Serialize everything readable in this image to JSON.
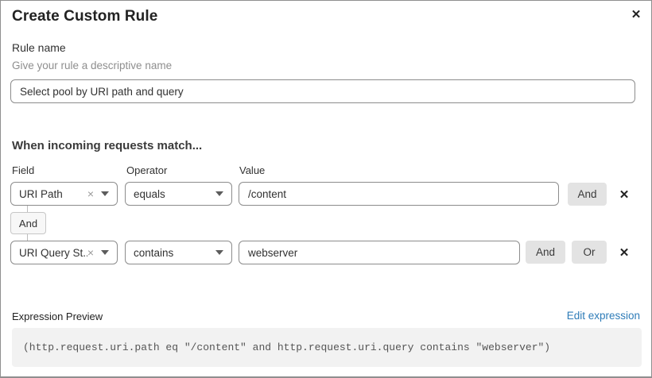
{
  "modal": {
    "title": "Create Custom Rule",
    "close_icon": "✕"
  },
  "rule_name": {
    "label": "Rule name",
    "helper": "Give your rule a descriptive name",
    "value": "Select pool by URI path and query"
  },
  "match": {
    "heading": "When incoming requests match...",
    "columns": {
      "field": "Field",
      "operator": "Operator",
      "value": "Value"
    },
    "connector": "And",
    "rows": [
      {
        "field": "URI Path",
        "operator": "equals",
        "value": "/content",
        "and_label": "And",
        "remove_icon": "✕"
      },
      {
        "field": "URI Query St...",
        "operator": "contains",
        "value": "webserver",
        "and_label": "And",
        "or_label": "Or",
        "remove_icon": "✕"
      }
    ],
    "clear_icon": "×"
  },
  "expression": {
    "label": "Expression Preview",
    "edit_link": "Edit expression",
    "code": "(http.request.uri.path eq \"/content\" and http.request.uri.query contains \"webserver\")"
  },
  "colors": {
    "link_blue": "#2e7cb8",
    "button_gray": "#e3e3e3",
    "border_gray": "#8c8c8c",
    "code_bg": "#f2f2f2"
  }
}
